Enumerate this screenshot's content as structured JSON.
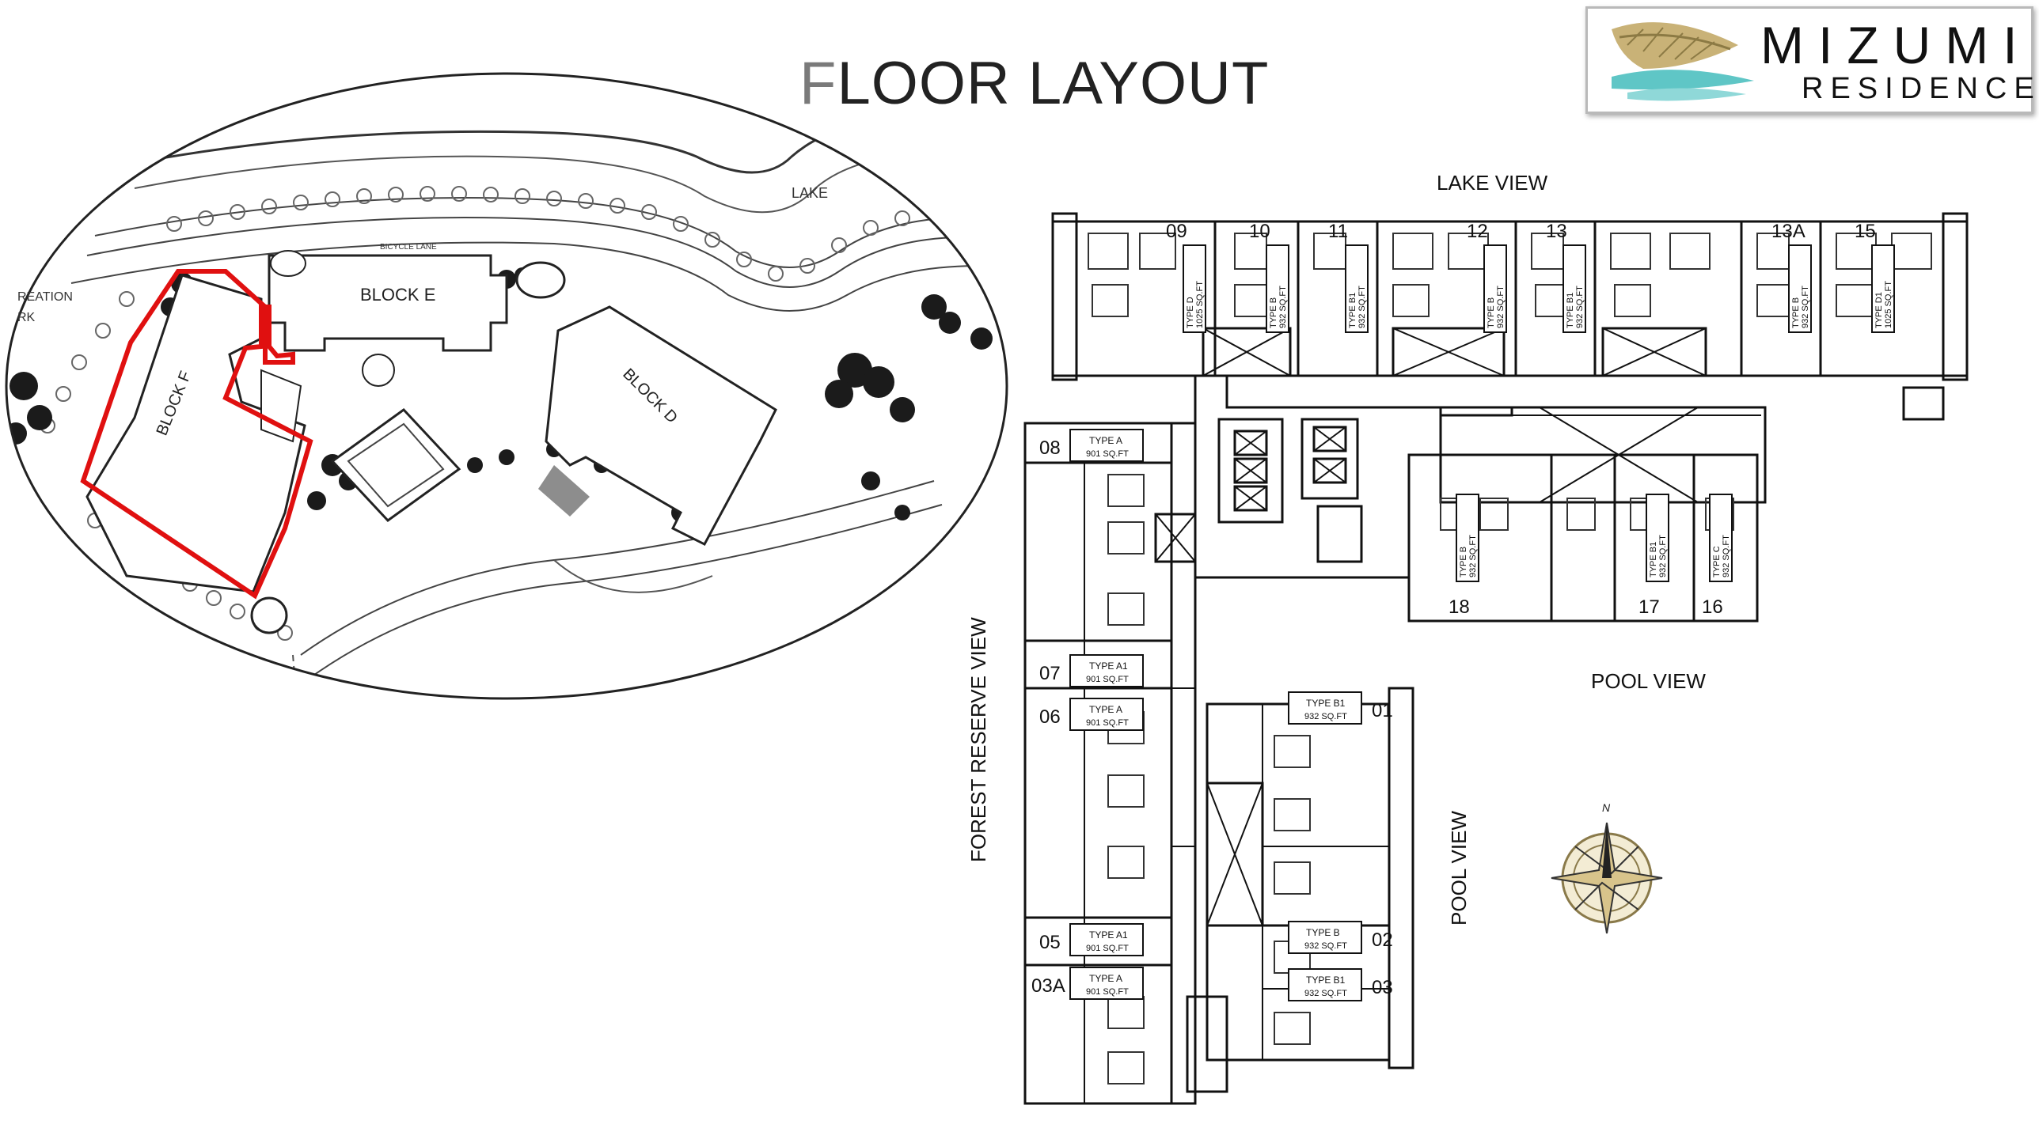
{
  "header": {
    "title_first": "F",
    "title_rest": "LOOR LAYOUT"
  },
  "logo": {
    "name": "MIZUMI",
    "subtitle": "RESIDENCES"
  },
  "site_plan": {
    "lake": "LAKE",
    "bicycle_lane": "BICYCLE LANE",
    "recreation_1": "REATION",
    "recreation_2": "RK",
    "block_e": "BLOCK E",
    "block_f": "BLOCK F",
    "block_d": "BLOCK D",
    "highlight_color": "#e01010"
  },
  "floor_plan": {
    "views": {
      "lake": "LAKE VIEW",
      "pool": "POOL VIEW",
      "pool_side": "POOL VIEW",
      "forest": "FOREST RESERVE VIEW"
    },
    "north": "N",
    "top_units": [
      {
        "num": "09",
        "type": "TYPE D",
        "size": "1025 SQ.FT"
      },
      {
        "num": "10",
        "type": "TYPE B",
        "size": "932 SQ.FT"
      },
      {
        "num": "11",
        "type": "TYPE B1",
        "size": "932 SQ.FT"
      },
      {
        "num": "12",
        "type": "TYPE B",
        "size": "932 SQ.FT"
      },
      {
        "num": "13",
        "type": "TYPE B1",
        "size": "932 SQ.FT"
      },
      {
        "num": "13A",
        "type": "TYPE B",
        "size": "932 SQ.FT"
      },
      {
        "num": "15",
        "type": "TYPE D1",
        "size": "1025 SQ.FT"
      }
    ],
    "pool_units": [
      {
        "num": "18",
        "type": "TYPE B",
        "size": "932 SQ.FT"
      },
      {
        "num": "17",
        "type": "TYPE B1",
        "size": "932 SQ.FT"
      },
      {
        "num": "16",
        "type": "TYPE C",
        "size": "932 SQ.FT"
      }
    ],
    "left_units": [
      {
        "num": "08",
        "type": "TYPE A",
        "size": "901 SQ.FT"
      },
      {
        "num": "07",
        "type": "TYPE A1",
        "size": "901 SQ.FT"
      },
      {
        "num": "06",
        "type": "TYPE A",
        "size": "901 SQ.FT"
      },
      {
        "num": "05",
        "type": "TYPE A1",
        "size": "901 SQ.FT"
      },
      {
        "num": "03A",
        "type": "TYPE A",
        "size": "901 SQ.FT"
      }
    ],
    "right_units": [
      {
        "num": "01",
        "type": "TYPE B1",
        "size": "932 SQ.FT"
      },
      {
        "num": "02",
        "type": "TYPE B",
        "size": "932 SQ.FT"
      },
      {
        "num": "03",
        "type": "TYPE B1",
        "size": "932 SQ.FT"
      }
    ]
  }
}
